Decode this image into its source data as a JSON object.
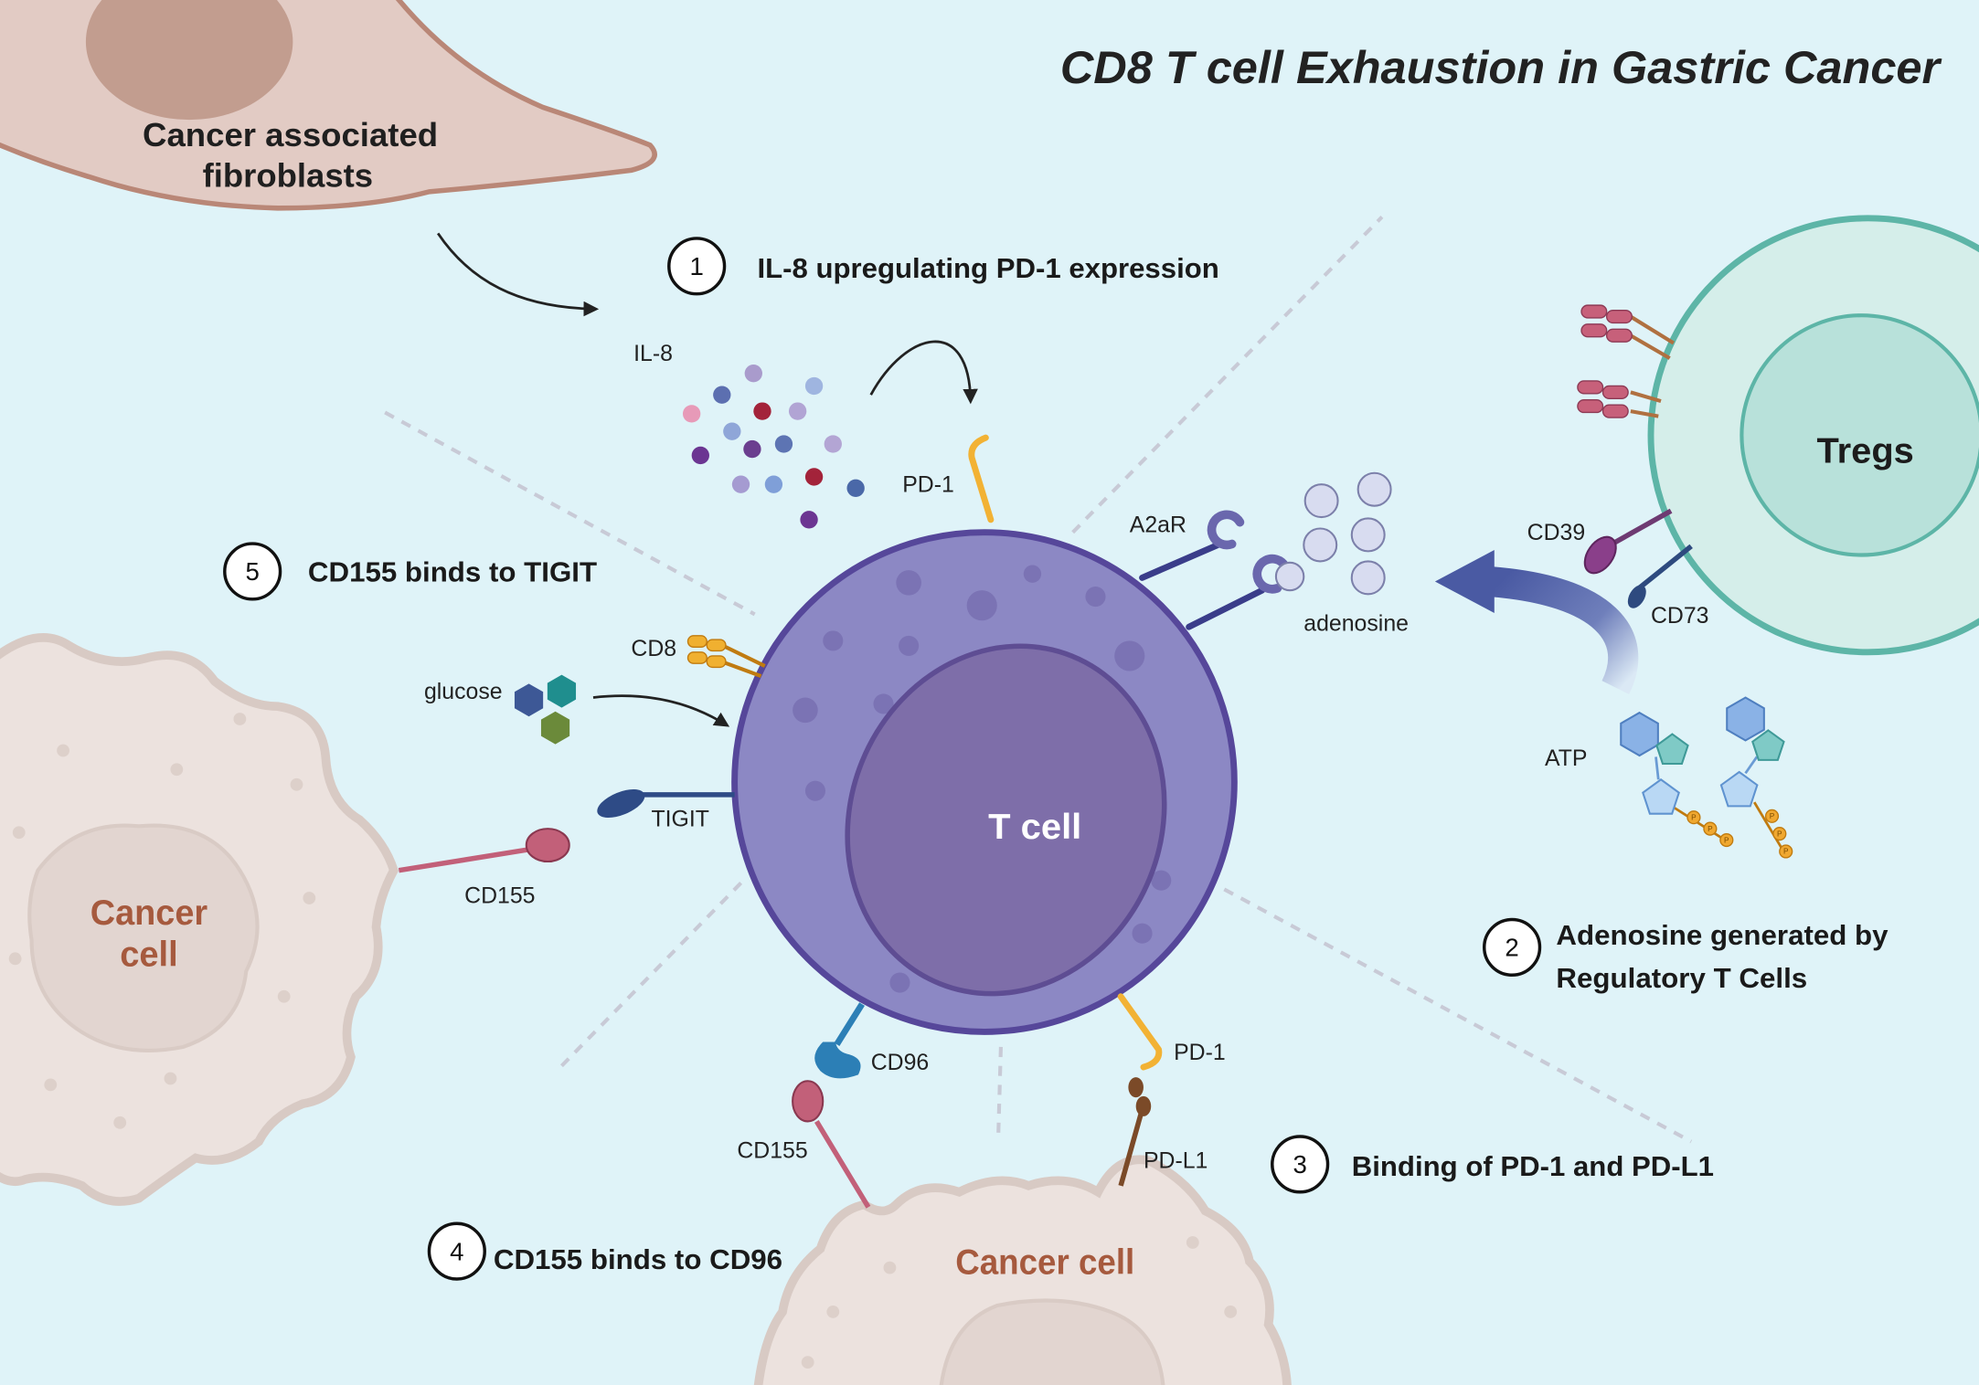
{
  "title": "CD8 T cell Exhaustion in Gastric Cancer",
  "cells": {
    "fibroblast": {
      "line1": "Cancer associated",
      "line2": "fibroblasts"
    },
    "t_cell": "T cell",
    "tregs": "Tregs",
    "cancer_cell_left": {
      "line1": "Cancer",
      "line2": "cell"
    },
    "cancer_cell_bottom": "Cancer cell"
  },
  "molecules": {
    "il8": "IL-8",
    "pd1_top": "PD-1",
    "a2ar": "A2aR",
    "adenosine": "adenosine",
    "cd39": "CD39",
    "cd73": "CD73",
    "atp": "ATP",
    "phosphate": "P",
    "cd8": "CD8",
    "glucose": "glucose",
    "tigit": "TIGIT",
    "cd155_left": "CD155",
    "cd96": "CD96",
    "pd1_bottom": "PD-1",
    "cd155_bottom": "CD155",
    "pdl1": "PD-L1"
  },
  "steps": [
    {
      "number": "1",
      "lines": [
        "IL-8 upregulating PD-1 expression"
      ]
    },
    {
      "number": "2",
      "lines": [
        "Adenosine generated by",
        "Regulatory T Cells"
      ]
    },
    {
      "number": "3",
      "lines": [
        "Binding of PD-1 and PD-L1"
      ]
    },
    {
      "number": "4",
      "lines": [
        "CD155 binds to CD96"
      ]
    },
    {
      "number": "5",
      "lines": [
        "CD155 binds to TIGIT"
      ]
    }
  ],
  "colors": {
    "background": "#dff3f8",
    "t_cell": "#8c88c4",
    "t_cell_border": "#56479a",
    "t_cell_nucleus": "#7e6ea9",
    "tregs": "#d5eeea",
    "tregs_border": "#5db5a7",
    "tregs_nucleus": "#b8e1da",
    "cancer_cell": "#ece2de",
    "cancer_cell_border": "#d8cac4",
    "cancer_label": "#a65a3e",
    "fibroblast": "#e2cbc4",
    "fibroblast_border": "#b98777",
    "fibroblast_nucleus": "#c29d8f",
    "pd1": "#f2b234",
    "adenosine_arrow": "#4a5aa3"
  }
}
